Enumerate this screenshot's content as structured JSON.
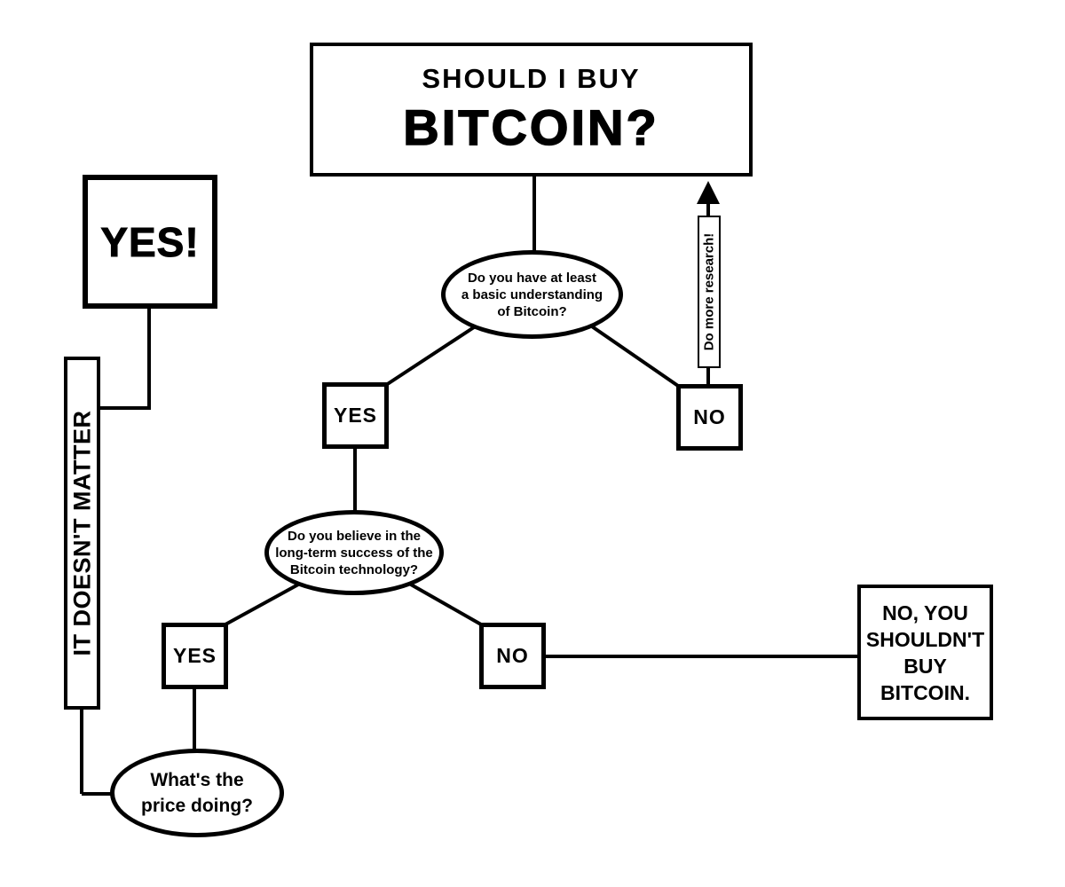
{
  "colors": {
    "background": "#ffffff",
    "ink": "#000000"
  },
  "title_box": {
    "line1": "SHOULD I BUY",
    "line2": "BITCOIN?"
  },
  "questions": {
    "understanding": {
      "lines": [
        "Do you have at least",
        "a basic understanding",
        "of Bitcoin?"
      ]
    },
    "long_term": {
      "lines": [
        "Do you believe in the",
        "long-term success of the",
        "Bitcoin technology?"
      ]
    },
    "price": {
      "lines": [
        "What's the",
        "price doing?"
      ]
    }
  },
  "answers": {
    "yes1": "YES",
    "no1": "NO",
    "yes2": "YES",
    "no2": "NO"
  },
  "results": {
    "buy_yes": "YES!",
    "doesnt_matter": "IT DOESN'T MATTER",
    "dont_buy": {
      "lines": [
        "NO, YOU",
        "SHOULDN'T",
        "BUY",
        "BITCOIN."
      ]
    }
  },
  "labels": {
    "do_more_research": "Do more research!"
  }
}
